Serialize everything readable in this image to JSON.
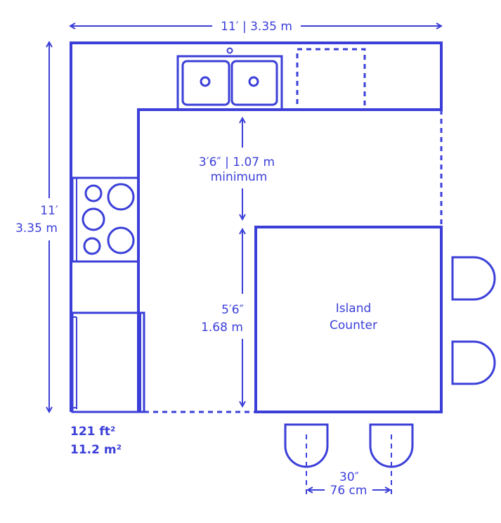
{
  "colors": {
    "line": "#3b3fd8",
    "background": "#ffffff"
  },
  "dimensions": {
    "width": "11′ | 3.35 m",
    "height_ft": "11′",
    "height_m": "3.35 m",
    "aisle_top": "3′6″ | 1.07 m",
    "aisle_top_note": "minimum",
    "island_depth_ft": "5′6″",
    "island_depth_m": "1.68 m",
    "stool_spacing_in": "30″",
    "stool_spacing_cm": "76 cm"
  },
  "island": {
    "line1": "Island",
    "line2": "Counter"
  },
  "area": {
    "sqft": "121 ft²",
    "sqm": "11.2 m²"
  },
  "icons": [
    "sink-icon",
    "stove-icon",
    "refrigerator-icon",
    "dishwasher-icon",
    "stool-icon"
  ]
}
